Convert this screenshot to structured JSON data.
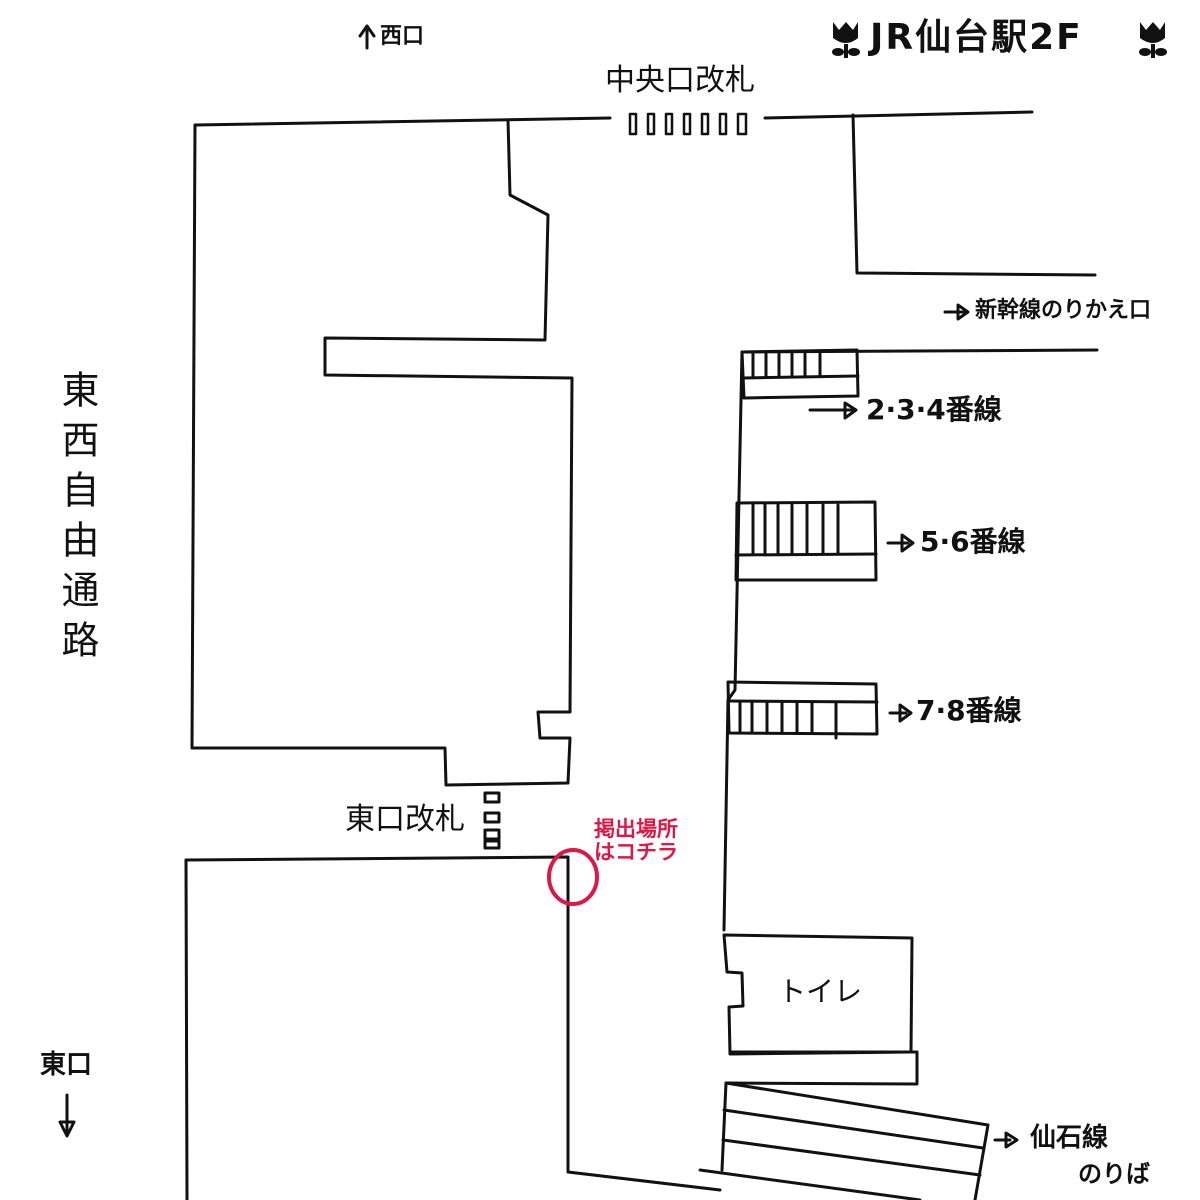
{
  "title": "JR仙台駅2F",
  "title_icons": [
    "tulip-icon",
    "tulip-icon"
  ],
  "labels": {
    "west_exit": "西口",
    "central_gate": "中央口改札",
    "shinkansen_transfer": "新幹線のりかえ口",
    "track_2_3_4": "2·3·4番線",
    "track_5_6": "5·6番線",
    "track_7_8": "7·8番線",
    "east_west_passage": "東西自由通路",
    "east_gate": "東口改札",
    "posting_location_line1": "掲出場所",
    "posting_location_line2": "はコチラ",
    "toilet": "トイレ",
    "east_exit": "東口",
    "senseki_line_line1": "仙石線",
    "senseki_line_line2": "のりば"
  },
  "arrows": {
    "west_exit": "↑",
    "east_exit": "↓",
    "right": "→"
  },
  "colors": {
    "ink": "#111111",
    "highlight": "#d81b46",
    "background": "#ffffff"
  },
  "central_gate_count": 7,
  "east_gate_count": 3
}
